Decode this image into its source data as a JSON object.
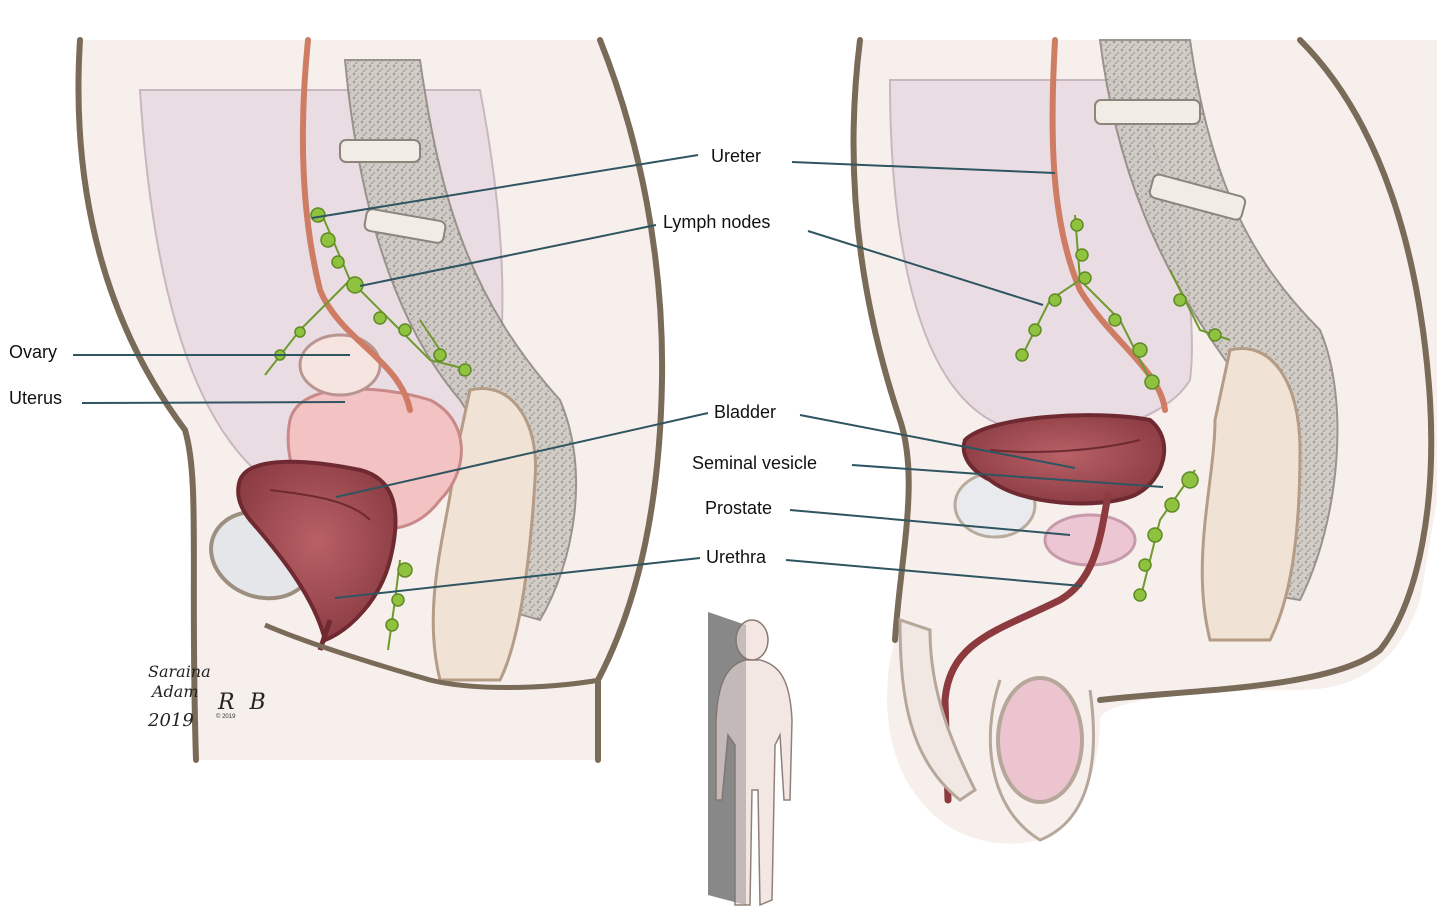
{
  "labels": {
    "ureter": "Ureter",
    "lymph_nodes": "Lymph nodes",
    "ovary": "Ovary",
    "uterus": "Uterus",
    "bladder": "Bladder",
    "seminal_vesicle": "Seminal vesicle",
    "prostate": "Prostate",
    "urethra": "Urethra"
  },
  "signature": {
    "line1": "Saraina",
    "line2": "Adam",
    "year": "2019",
    "initials": "R B",
    "copyright": "© 2019"
  },
  "colors": {
    "body_fill": "#f4ece8",
    "outline": "#7a6a58",
    "cavity": "#e7d9e0",
    "bladder": "#a24f54",
    "bladder_wall": "#6f2a31",
    "uterus": "#f2c3c2",
    "ureter": "#cf7c65",
    "lymph": "#8fc23e",
    "spine": "#b9b4ad",
    "leader_line": "#2f5561",
    "inset_shadow": "#8b8b8b"
  }
}
